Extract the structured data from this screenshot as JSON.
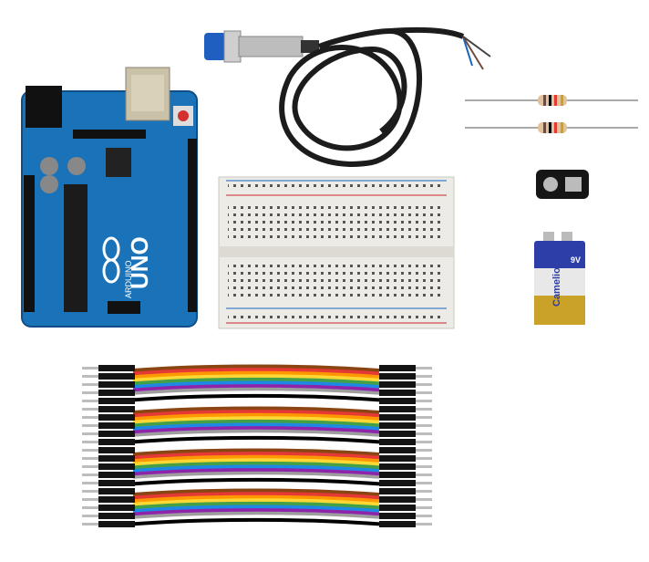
{
  "scene": {
    "background": "#ffffff",
    "items": [
      {
        "name": "arduino-uno-board",
        "label_text": "UNO",
        "brand_text": "ARDUINO",
        "color": "#1a72b8"
      },
      {
        "name": "proximity-sensor",
        "color": "#1c1c1c"
      },
      {
        "name": "resistor",
        "count": 2
      },
      {
        "name": "battery-clip"
      },
      {
        "name": "breadboard",
        "color": "#ecebe6"
      },
      {
        "name": "9v-battery",
        "brand_text": "Camelion",
        "rating_text": "9V"
      },
      {
        "name": "jumper-wires-bundle",
        "colors": [
          "#8b4513",
          "#e53935",
          "#ff9800",
          "#fdd835",
          "#43a047",
          "#1e88e5",
          "#8e24aa",
          "#9e9e9e",
          "#ffffff",
          "#000000"
        ]
      }
    ]
  }
}
